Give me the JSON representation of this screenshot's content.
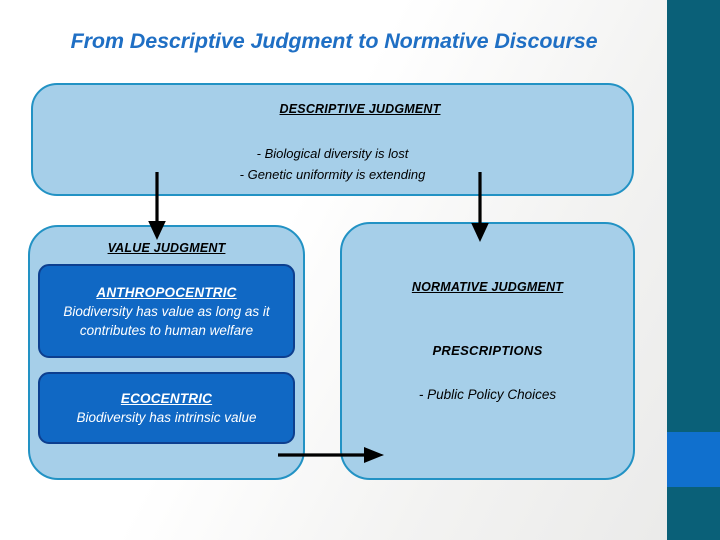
{
  "slide": {
    "title": "From Descriptive Judgment to Normative Discourse",
    "colors": {
      "title_blue": "#1f6fc4",
      "panel_fill": "#a6cfe9",
      "panel_border": "#2292c4",
      "darkbox_fill": "#1068c4",
      "darkbox_border": "#0d3f8f",
      "edge_teal": "#0a6078",
      "edge_blue": "#1070ce",
      "arrow_black": "#000000"
    }
  },
  "descriptive": {
    "heading": "DESCRIPTIVE JUDGMENT",
    "items": [
      "-   Biological diversity is lost",
      "-  Genetic uniformity is extending"
    ]
  },
  "value_judgment": {
    "heading": "VALUE JUDGMENT",
    "boxes": [
      {
        "title": "ANTHROPOCENTRIC",
        "body": "Biodiversity has value as long as it contributes to human welfare"
      },
      {
        "title": "ECOCENTRIC",
        "body": "Biodiversity has intrinsic value"
      }
    ]
  },
  "normative": {
    "heading": "NORMATIVE JUDGMENT",
    "subheading": "PRESCRIPTIONS",
    "items": [
      "- Public Policy Choices"
    ]
  },
  "arrows": [
    {
      "name": "descriptive-to-value",
      "direction": "down"
    },
    {
      "name": "descriptive-to-normative",
      "direction": "down"
    },
    {
      "name": "value-to-normative",
      "direction": "right"
    }
  ]
}
